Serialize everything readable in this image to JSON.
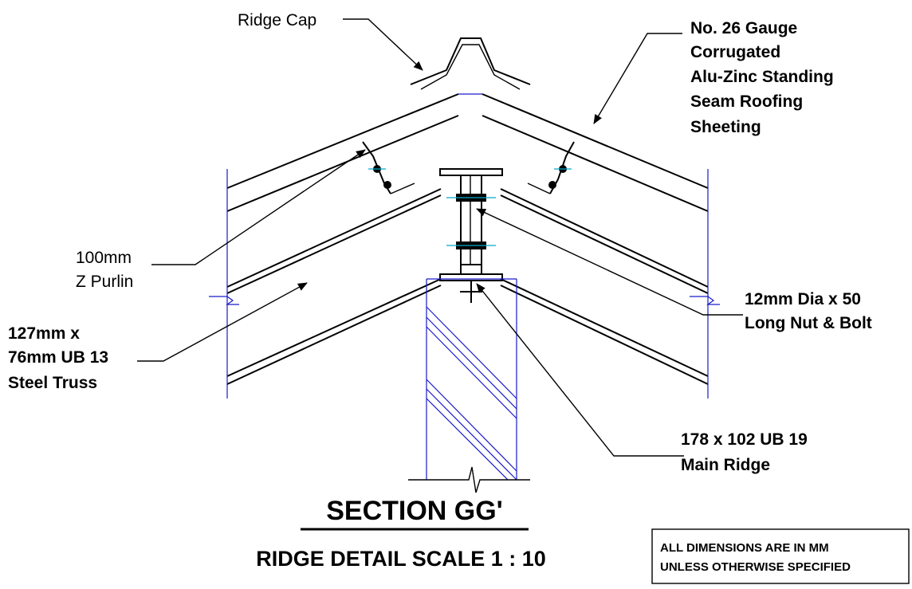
{
  "labels": {
    "ridge_cap": "Ridge  Cap",
    "sheeting_1": "No. 26 Gauge",
    "sheeting_2": "Corrugated",
    "sheeting_3": "Alu-Zinc  Standing",
    "sheeting_4": "Seam  Roofing",
    "sheeting_5": "Sheeting",
    "purlin_1": "100mm",
    "purlin_2": "Z  Purlin",
    "truss_1": "127mm  x",
    "truss_2": "76mm UB 13",
    "truss_3": "Steel  Truss",
    "bolt_1": "12mm Dia x 50",
    "bolt_2": "Long  Nut & Bolt",
    "ridge_1": "178 x 102 UB 19",
    "ridge_2": "Main  Ridge"
  },
  "title": "SECTION  GG'",
  "subtitle": "RIDGE  DETAIL SCALE 1 : 10",
  "note": {
    "line1": "ALL DIMENSIONS ARE IN MM",
    "line2": "UNLESS OTHERWISE SPECIFIED"
  },
  "colors": {
    "ink": "#000000",
    "hatch": "#1a1acc",
    "bolt_axis": "#00aacc"
  }
}
